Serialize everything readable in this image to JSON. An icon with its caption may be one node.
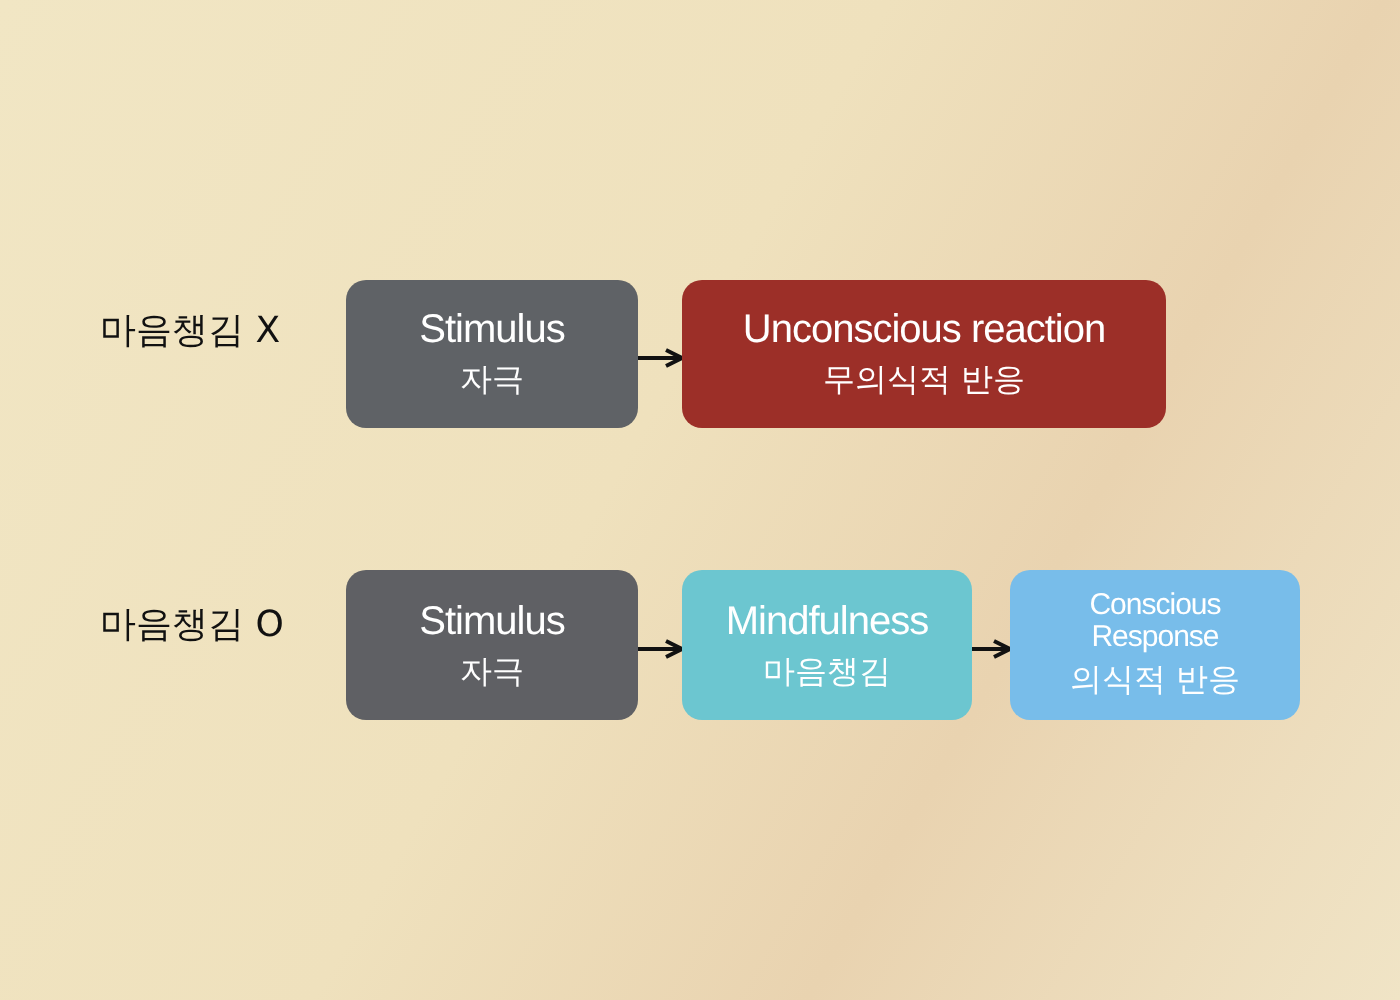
{
  "diagram": {
    "nodes": [
      {
        "text": [
          "Stimulus",
          "자극"
        ]
      },
      {
        "text": [
          "Unconscious reaction",
          "무의식적 반응"
        ]
      },
      {
        "text": [
          "Stimulus",
          "자극"
        ]
      },
      {
        "text": [
          "Mindfulness",
          "마음챙김"
        ]
      },
      {
        "text": [
          "Conscious Response",
          "의식적 반응"
        ]
      }
    ],
    "edges": [
      {
        "from": 0,
        "to": 1,
        "arrow": "to"
      },
      {
        "from": 2,
        "to": 3,
        "arrow": "to"
      },
      {
        "from": 3,
        "to": 4,
        "arrow": "to"
      }
    ],
    "labels": [
      "마음챙김 X",
      "마음챙김 O"
    ]
  }
}
